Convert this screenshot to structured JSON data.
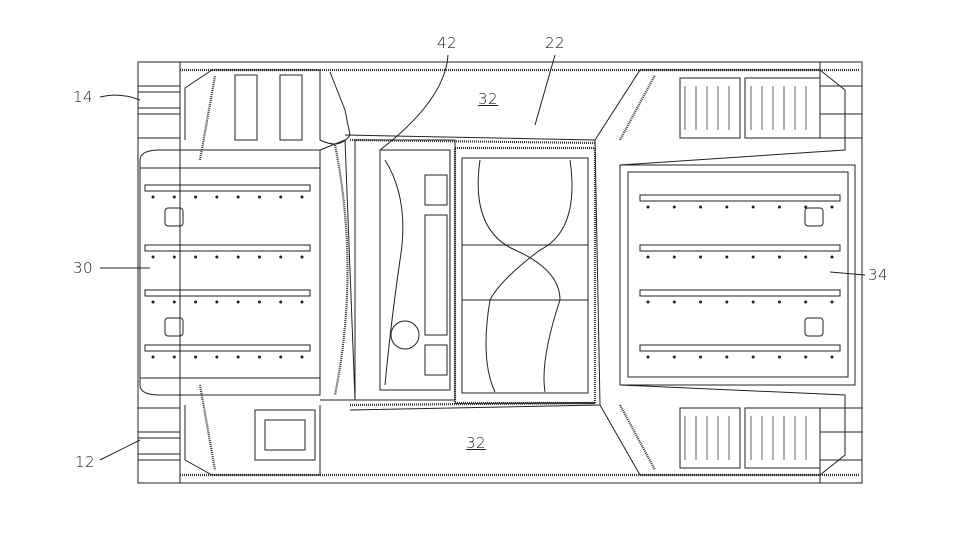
{
  "figure": {
    "labels": {
      "track_rear_upper": "14",
      "cab_frame": "42",
      "roll_structure": "22",
      "deck_top": "32",
      "rear_deck": "30",
      "front_deck": "34",
      "track_rear_lower": "12",
      "deck_bottom": "32"
    },
    "line_color": "#222222"
  }
}
